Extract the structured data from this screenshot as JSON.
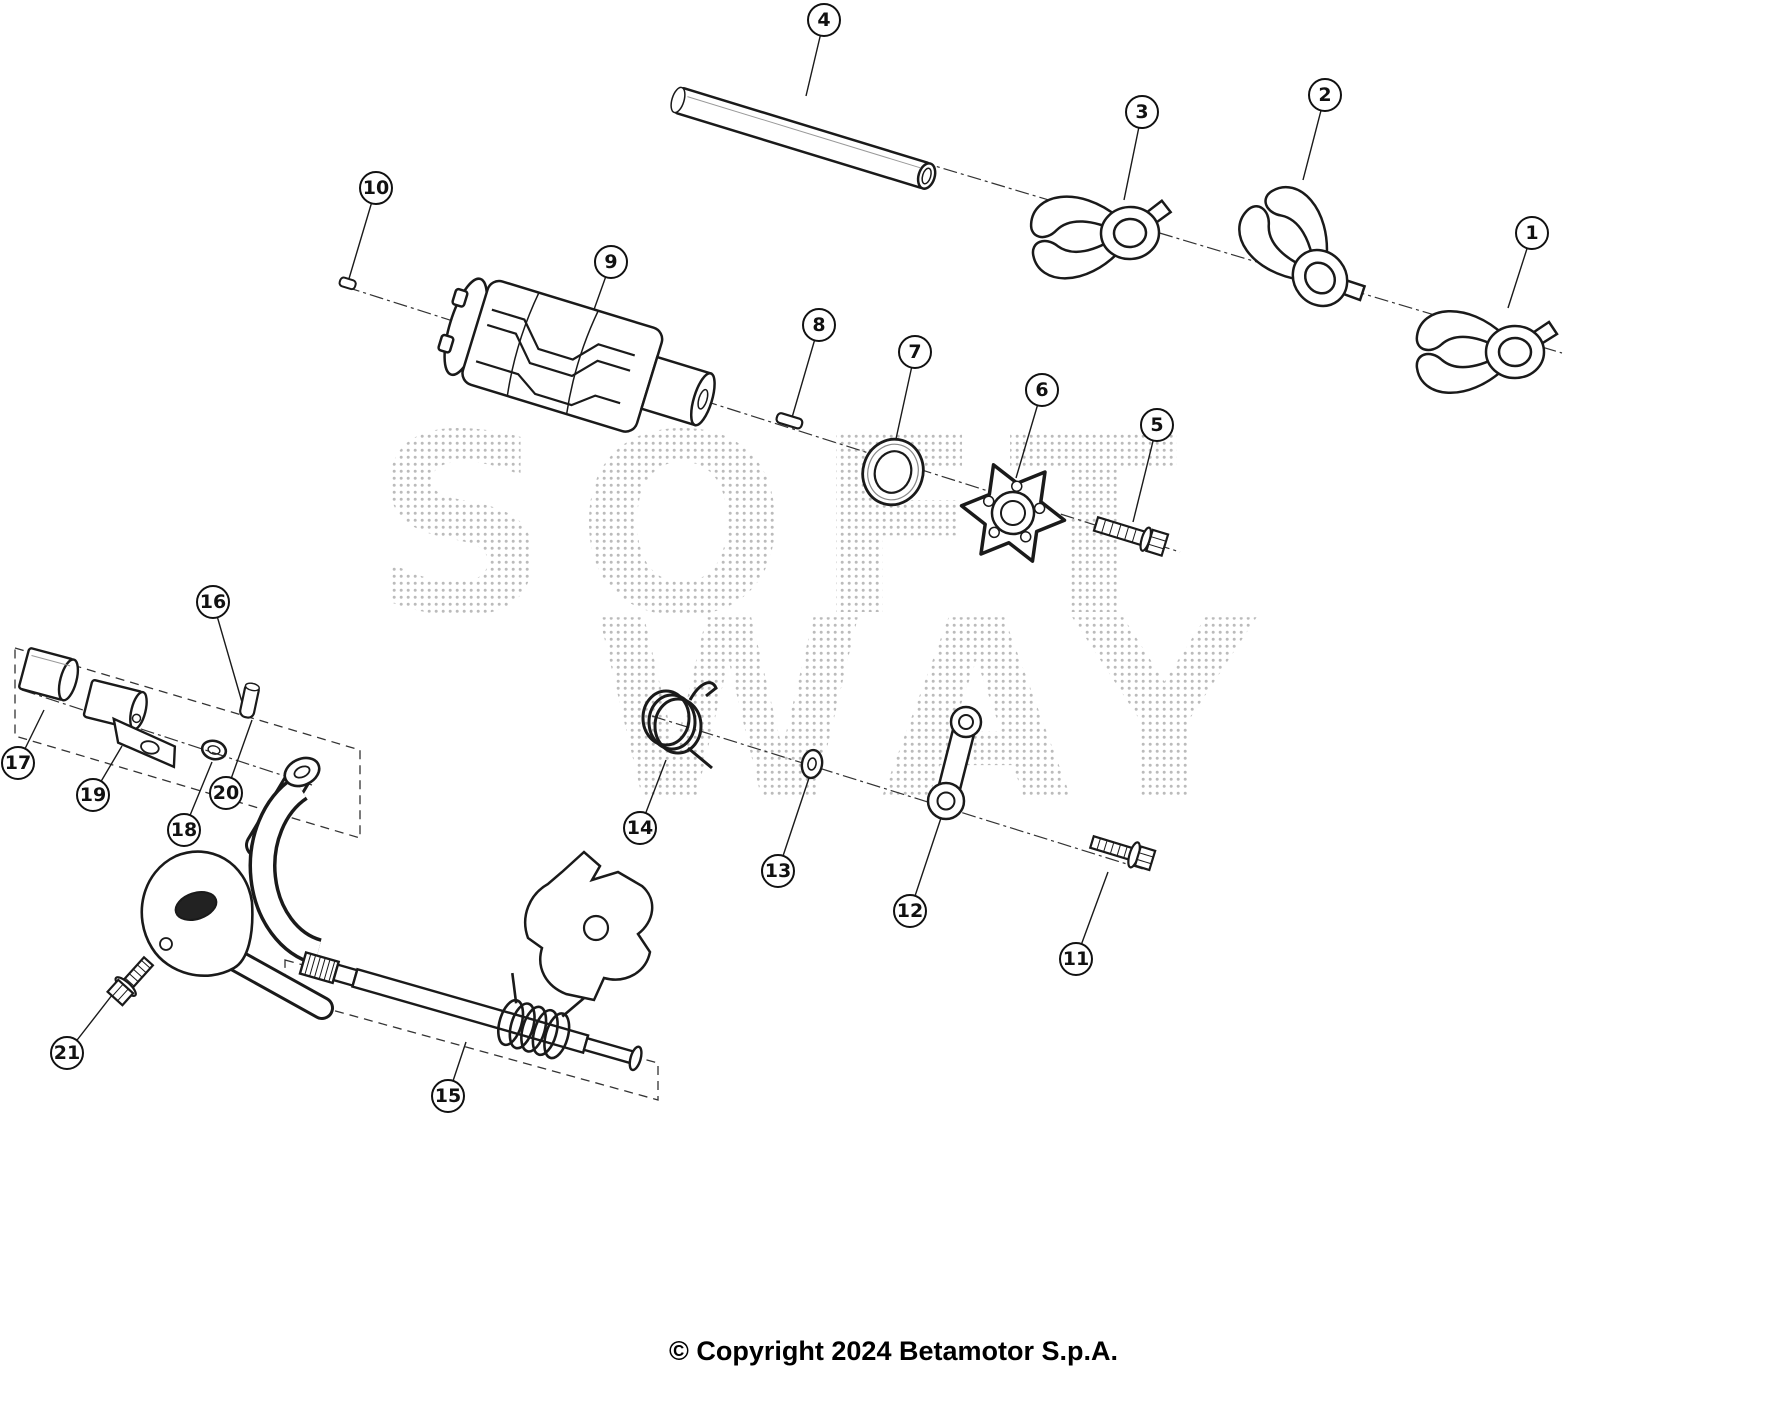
{
  "diagram": {
    "copyright": "© Copyright 2024 Betamotor S.p.A.",
    "watermark": {
      "line1": "SOFT",
      "line2": "WAY"
    },
    "callouts": [
      {
        "num": "1"
      },
      {
        "num": "2"
      },
      {
        "num": "3"
      },
      {
        "num": "4"
      },
      {
        "num": "5"
      },
      {
        "num": "6"
      },
      {
        "num": "7"
      },
      {
        "num": "8"
      },
      {
        "num": "9"
      },
      {
        "num": "10"
      },
      {
        "num": "11"
      },
      {
        "num": "12"
      },
      {
        "num": "13"
      },
      {
        "num": "14"
      },
      {
        "num": "15"
      },
      {
        "num": "16"
      },
      {
        "num": "17"
      },
      {
        "num": "18"
      },
      {
        "num": "19"
      },
      {
        "num": "20"
      },
      {
        "num": "21"
      }
    ]
  }
}
